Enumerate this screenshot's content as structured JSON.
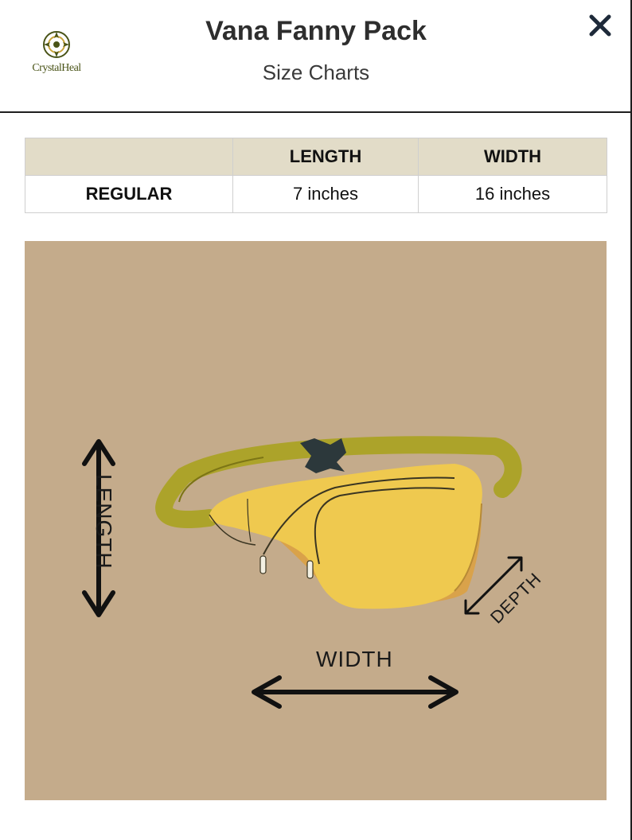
{
  "header": {
    "title": "Vana Fanny Pack",
    "subtitle": "Size Charts",
    "logo_text": "CrystalHeal",
    "close_icon": "close-icon"
  },
  "size_table": {
    "columns": [
      "",
      "LENGTH",
      "WIDTH"
    ],
    "rows": [
      {
        "label": "REGULAR",
        "length": "7 inches",
        "width": "16 inches"
      }
    ]
  },
  "illustration": {
    "length_label": "LENGTH",
    "width_label": "WIDTH",
    "depth_label": "DEPTH",
    "icons": [
      "fanny-pack-icon",
      "double-arrow-icon"
    ]
  },
  "colors": {
    "illustration_bg": "#c4ab8b",
    "table_header_bg": "#e2dcc8",
    "bag_yellow": "#efc94f",
    "strap_olive": "#aca32a",
    "logo_olive": "#4a5418"
  }
}
